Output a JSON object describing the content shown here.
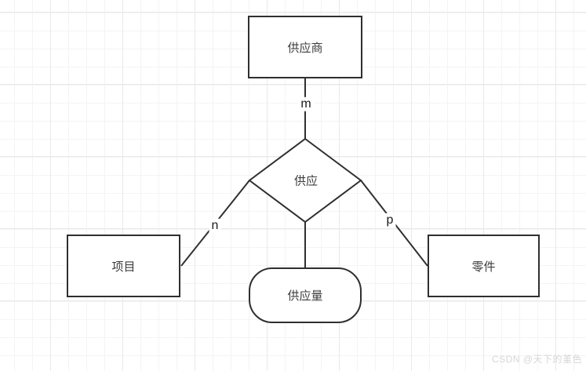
{
  "diagram": {
    "type": "entity-relationship",
    "entities": [
      {
        "id": "supplier",
        "label": "供应商"
      },
      {
        "id": "project",
        "label": "项目"
      },
      {
        "id": "part",
        "label": "零件"
      }
    ],
    "relationship": {
      "id": "supply",
      "label": "供应"
    },
    "attribute": {
      "id": "supply-quantity",
      "label": "供应量"
    },
    "edge_labels": [
      {
        "edge": "supplier-supply",
        "label": "m"
      },
      {
        "edge": "project-supply",
        "label": "n"
      },
      {
        "edge": "part-supply",
        "label": "p"
      }
    ]
  },
  "watermark": {
    "text": "CSDN @天下的堇色"
  },
  "colors": {
    "shape_stroke": "#2f2f2f",
    "shape_fill": "#ffffff",
    "text": "#3d3d3d",
    "grid_minor": "#f4f4f4",
    "grid_major": "#e9e9e9",
    "watermark": "#d7d7d7",
    "background": "#ffffff"
  }
}
